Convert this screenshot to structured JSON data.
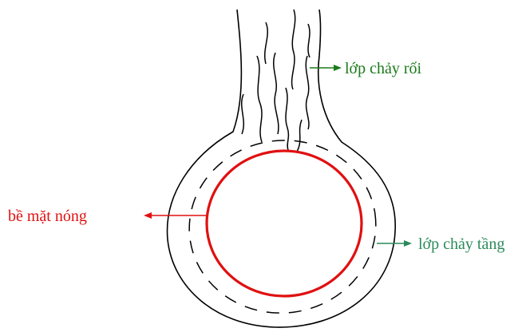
{
  "labels": {
    "turbulent_layer": "lớp chảy rối",
    "hot_surface": "bề mặt nóng",
    "laminar_layer": "lớp chảy tầng"
  },
  "colors": {
    "turbulent_label": "#1a7a1a",
    "laminar_label": "#2a8a5a",
    "hot_surface": "#e01010",
    "outline": "#000000"
  }
}
